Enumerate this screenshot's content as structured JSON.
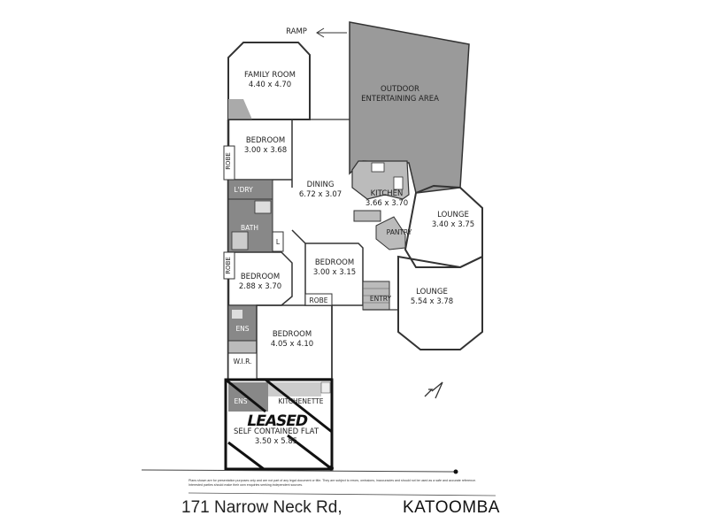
{
  "plan": {
    "ramp_label": "RAMP",
    "rooms": {
      "family_room": {
        "name": "FAMILY ROOM",
        "size": "4.40 x 4.70"
      },
      "outdoor": {
        "name": "OUTDOOR",
        "name2": "ENTERTAINING AREA"
      },
      "bedroom1": {
        "name": "BEDROOM",
        "size": "3.00 x 3.68"
      },
      "dining": {
        "name": "DINING",
        "size": "6.72 x 3.07"
      },
      "kitchen": {
        "name": "KITCHEN",
        "size": "3.66 x 3.70"
      },
      "lounge1": {
        "name": "LOUNGE",
        "size": "3.40 x 3.75"
      },
      "pantry": {
        "name": "PANTRY"
      },
      "laundry": {
        "name": "L'DRY"
      },
      "bath": {
        "name": "BATH"
      },
      "bedroom2": {
        "name": "BEDROOM",
        "size": "2.88 x 3.70"
      },
      "bedroom3": {
        "name": "BEDROOM",
        "size": "3.00 x 3.15"
      },
      "lounge2": {
        "name": "LOUNGE",
        "size": "5.54 x 3.78"
      },
      "entry": {
        "name": "ENTRY"
      },
      "robe": "ROBE",
      "ens": "ENS",
      "bedroom4": {
        "name": "BEDROOM",
        "size": "4.05 x 4.10"
      },
      "wir": "W.I.R.",
      "kitchenette": {
        "name": "KITCHENETTE"
      },
      "flat": {
        "name": "SELF CONTAINED FLAT",
        "size": "3.50 x 5.85"
      },
      "l_mark": "L"
    },
    "leased_stamp": "LEASED",
    "north_label": "N"
  },
  "footer": {
    "disclaimer": "Plans shown are for presentation purposes only and are not part of any legal document or title. They are subject to errors, omissions, inaccuracies and should not be used as a safe and accurate reference. Interested parties should make their own enquiries seeking independent sources.",
    "address": "171 Narrow Neck Rd,",
    "suburb": "KATOOMBA"
  }
}
